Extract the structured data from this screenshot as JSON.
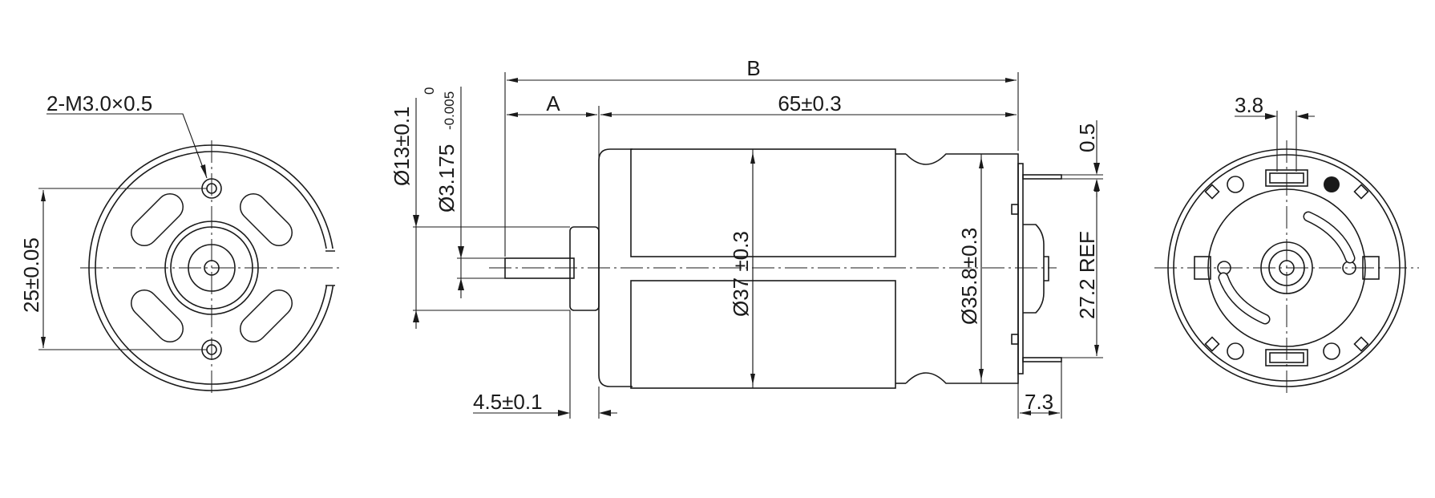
{
  "dimensions": {
    "thread": "2-M3.0×0.5",
    "hole_spacing": "25±0.05",
    "boss_dia": "Ø13±0.1",
    "shaft_dia": "Ø3.175",
    "shaft_tol_upper": "0",
    "shaft_tol_lower": "-0.005",
    "total_length": "B",
    "shaft_length": "A",
    "body_length": "65±0.3",
    "body_dia": "Ø37 ±0.3",
    "rear_dia": "Ø35.8±0.3",
    "boss_length": "4.5±0.1",
    "terminal_length": "7.3",
    "terminal_thickness": "0.5",
    "terminal_spacing": "27.2 REF",
    "terminal_width": "3.8"
  }
}
